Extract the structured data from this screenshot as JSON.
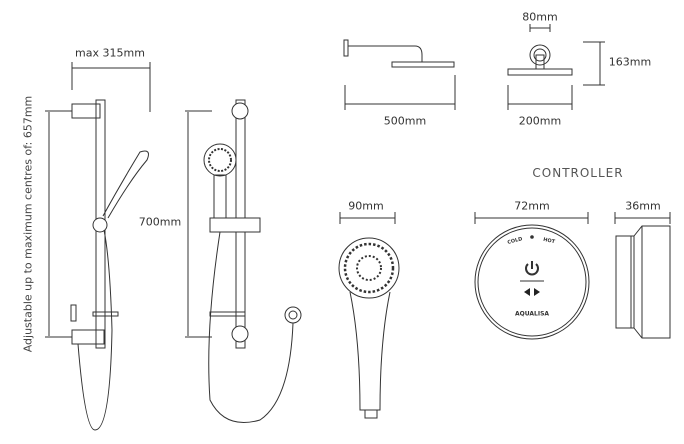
{
  "dimensions": {
    "rail_width": "max 315mm",
    "rail_centres": "Adjustable up to maximum centres of: 657mm",
    "rail_length": "700mm",
    "head_arm_length": "500mm",
    "head_arm_diameter": "80mm",
    "head_height": "163mm",
    "head_width": "200mm",
    "handset_width": "90mm",
    "controller_width": "72mm",
    "controller_depth": "36mm"
  },
  "controller": {
    "title": "CONTROLLER",
    "cold_label": "COLD",
    "hot_label": "HOT",
    "brand": "AQUALISA"
  }
}
